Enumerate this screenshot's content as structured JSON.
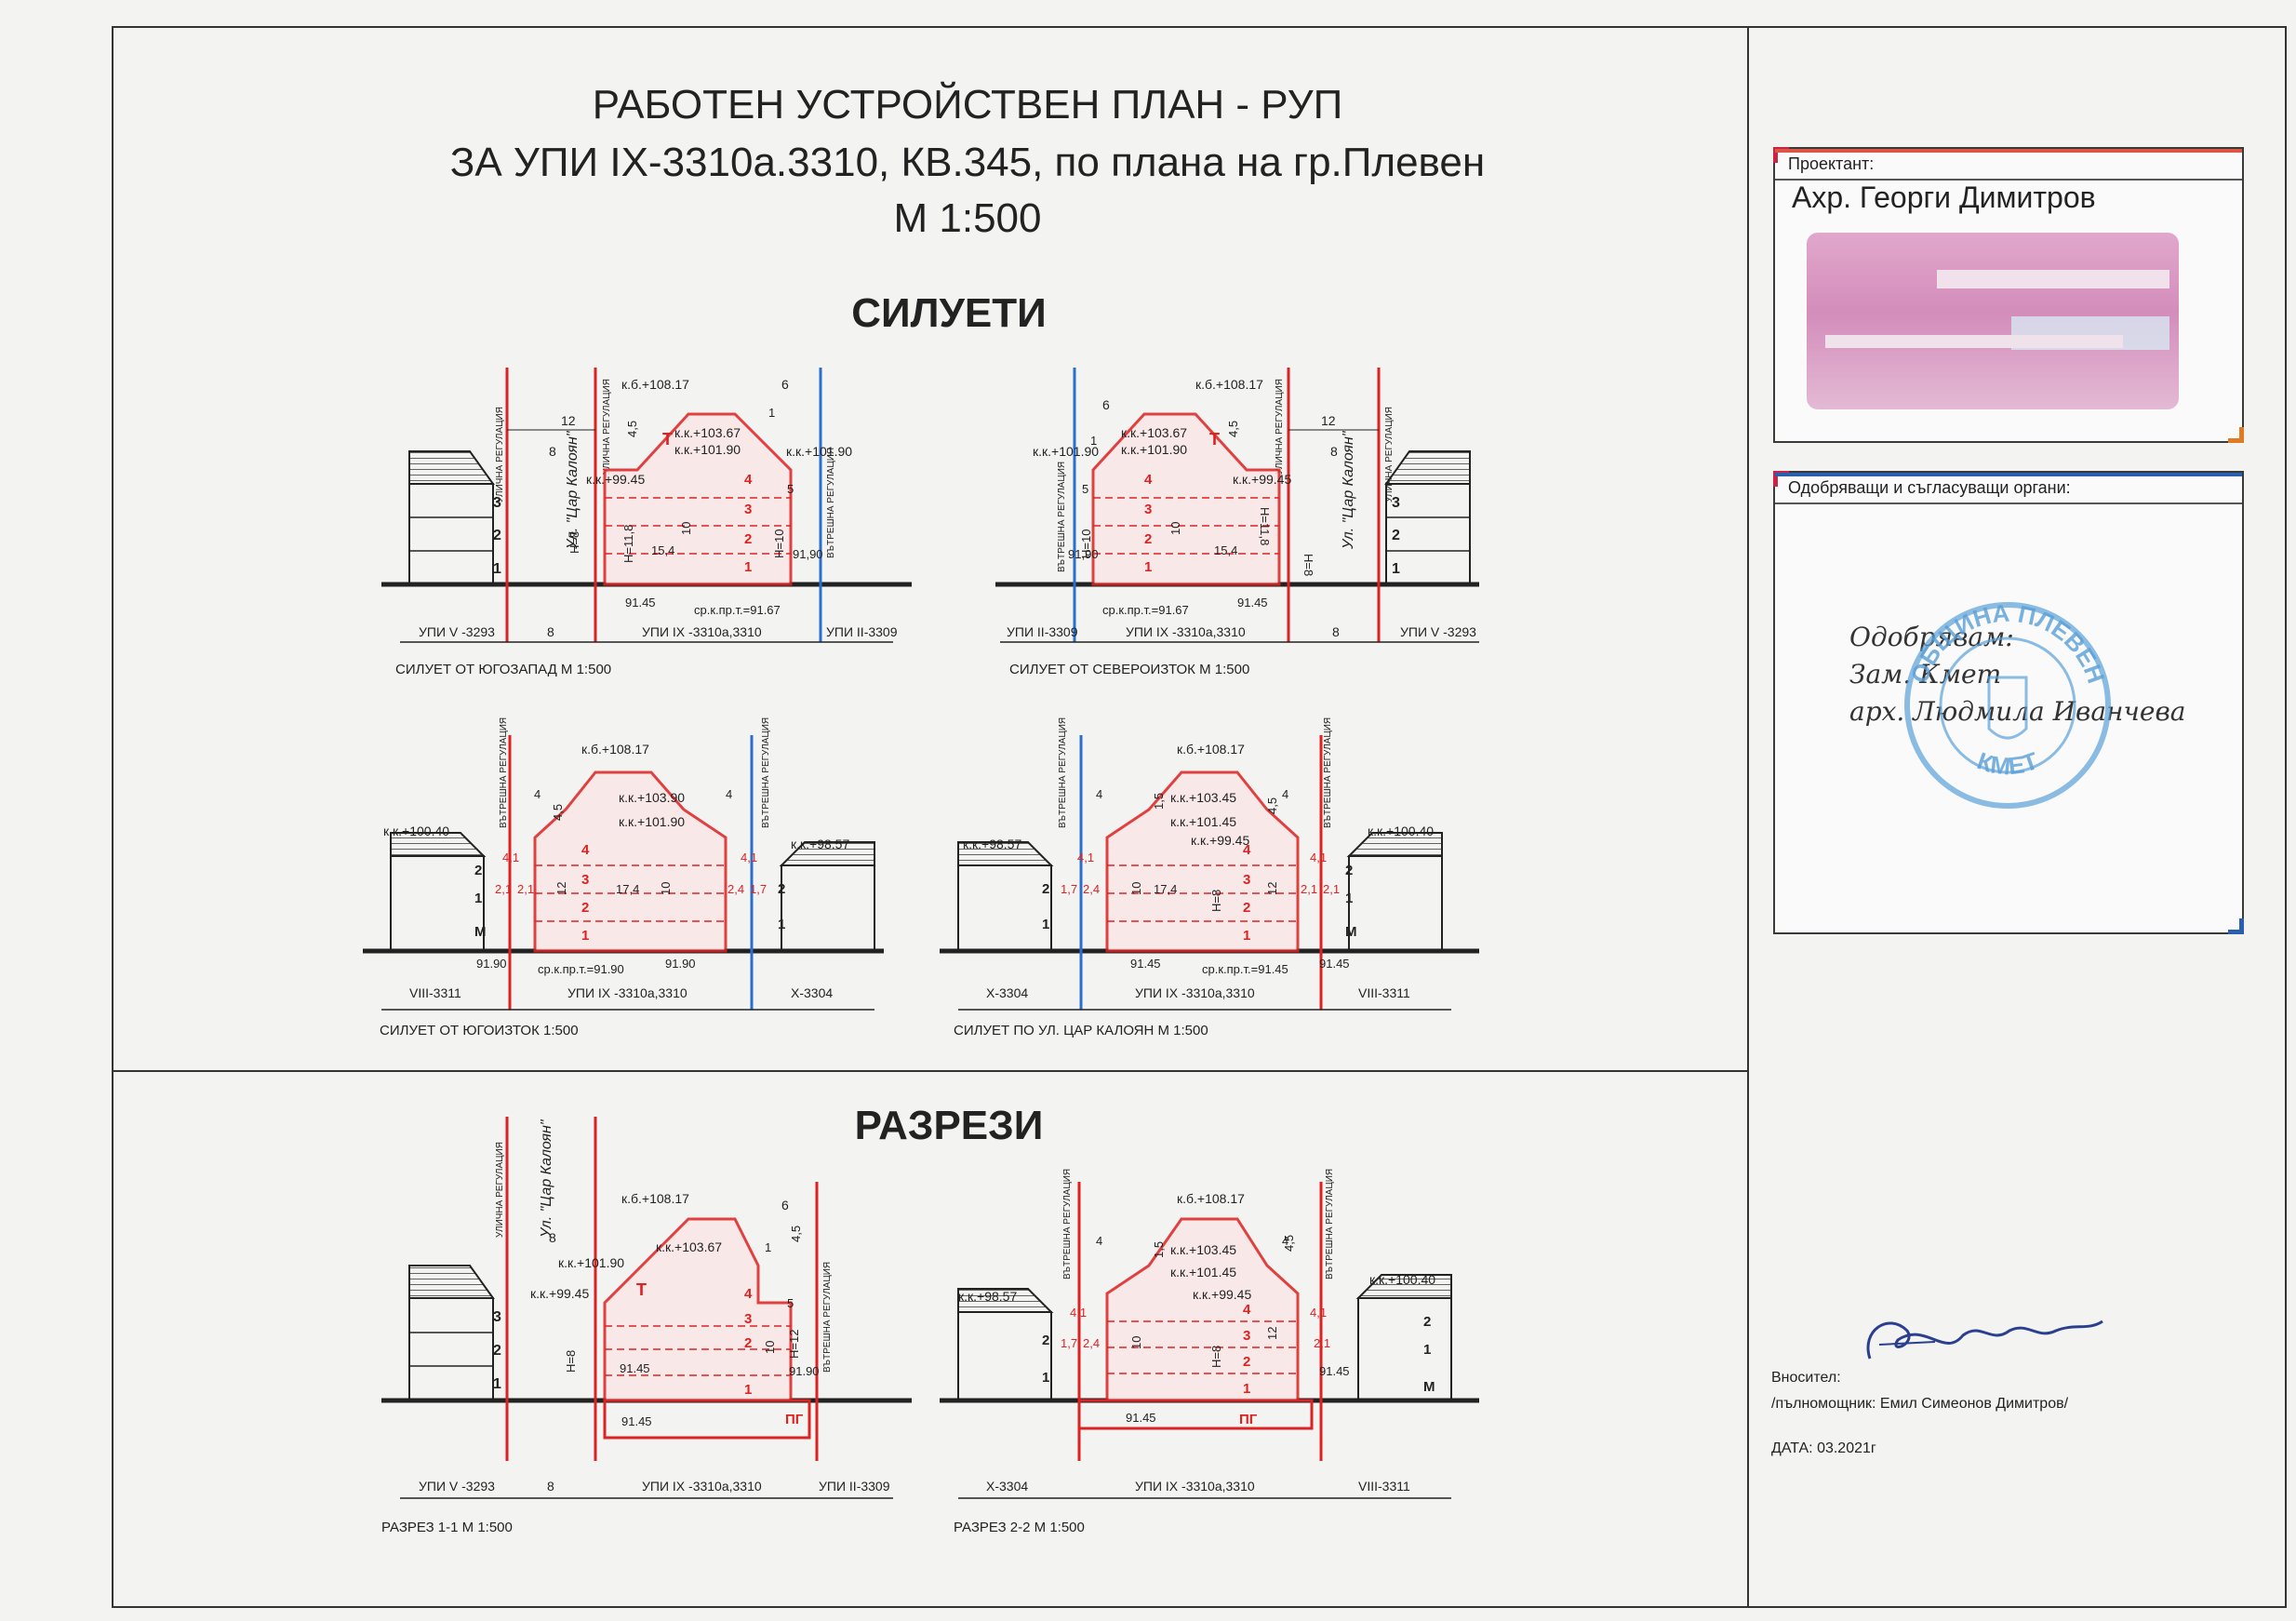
{
  "title": {
    "line1": "РАБОТЕН УСТРОЙСТВЕН ПЛАН - РУП",
    "line2": "ЗА  УПИ IX-3310а.3310, КВ.345, по плана на гр.Плевен",
    "line3": "М 1:500"
  },
  "sections": {
    "silhouettes": "СИЛУЕТИ",
    "sections_title": "РАЗРЕЗИ"
  },
  "designer": {
    "label": "Проектант:",
    "name": "Ахр. Георги Димитров"
  },
  "approvals": {
    "label": "Одобряващи и съгласуващи органи:",
    "handwritten": [
      "Одобрявам:",
      "Зам. Кмет",
      "арх. Людмила Иванчева"
    ],
    "stamp_top": "ОБЩИНА ПЛЕВЕН",
    "stamp_bottom": "КМЕТ"
  },
  "owner": {
    "label": "Вносител:",
    "proxy": "/пълномощник: Емил Симеонов Димитров/",
    "date": "ДАТА: 03.2021г"
  },
  "colors": {
    "red": "#d22",
    "blue": "#2a6fd0",
    "line": "#222"
  },
  "drawings": {
    "sw": {
      "caption": "СИЛУЕТ ОТ ЮГОЗАПАД М 1:500",
      "street": "Ул. \"Цар Калоян\"",
      "reg_street": "УЛИЧНА РЕГУЛАЦИЯ",
      "reg_inner": "ВЪТРЕШНА РЕГУЛАЦИЯ",
      "levels": {
        "kb": "к.б.+108.17",
        "kk1": "к.к.+103.67",
        "kk2": "к.к.+101.90",
        "kk3": "к.к.+99.45",
        "kk_right": "к.к.+101.90"
      },
      "dims": {
        "d12": "12",
        "d8": "8",
        "d6": "6",
        "d1": "1",
        "d45": "4,5",
        "d5": "5",
        "h8": "Н=8",
        "h118": "Н=11,8",
        "h10": "Н=10",
        "d10": "10",
        "d154": "15,4",
        "v9190": "91,90",
        "v9145": "91.45",
        "avg": "ср.к.пр.т.=91.67"
      },
      "plots": {
        "left": "УПИ V -3293",
        "mid": "8",
        "main": "УПИ IX -3310а,3310",
        "right": "УПИ II-3309"
      },
      "floors": [
        "3",
        "2",
        "1"
      ],
      "bfloors": [
        "4",
        "3",
        "2",
        "1"
      ],
      "tag_t": "Т"
    },
    "ne": {
      "caption": "СИЛУЕТ ОТ СЕВЕРОИЗТОК М 1:500",
      "street": "Ул. \"Цар Калоян\"",
      "reg_street": "УЛИЧНА РЕГУЛАЦИЯ",
      "reg_inner": "ВЪТРЕШНА РЕГУЛАЦИЯ",
      "levels": {
        "kb": "к.б.+108.17",
        "kk1": "к.к.+103.67",
        "kk2": "к.к.+101.90",
        "kk3": "к.к.+99.45",
        "kk_left": "к.к.+101.90"
      },
      "dims": {
        "d12": "12",
        "d8": "8",
        "d6": "6",
        "d1": "1",
        "d45": "4,5",
        "d5": "5",
        "h8": "Н=8",
        "h118": "Н=11,8",
        "h10": "Н=10",
        "d10": "10",
        "d154": "15,4",
        "v9190": "91,90",
        "v9145": "91.45",
        "avg": "ср.к.пр.т.=91.67"
      },
      "plots": {
        "left": "УПИ II-3309",
        "main": "УПИ IX -3310а,3310",
        "mid": "8",
        "right": "УПИ V -3293"
      },
      "floors": [
        "3",
        "2",
        "1"
      ],
      "bfloors": [
        "4",
        "3",
        "2",
        "1"
      ],
      "tag_t": "Т"
    },
    "se": {
      "caption": "СИЛУЕТ ОТ ЮГОИЗТОК 1:500",
      "reg_street": "ВЪТРЕШНА РЕГУЛАЦИЯ",
      "reg_inner": "ВЪТРЕШНА РЕГУЛАЦИЯ",
      "levels": {
        "kb": "к.б.+108.17",
        "kk1": "к.к.+103.90",
        "kk2": "к.к.+101.90",
        "left": "к.к.+100.40",
        "right": "к.к.+98.57"
      },
      "dims": {
        "d4a": "4",
        "d4b": "4",
        "d45": "4,5",
        "d12": "12",
        "d10": "10",
        "d174": "17,4",
        "d21": "2,1",
        "d21b": "2,1",
        "d24": "2,4",
        "d17": "1,7",
        "d41": "4,1",
        "d41b": "4,1",
        "v9190": "91.90",
        "v9190b": "91.90",
        "avg": "ср.к.пр.т.=91.90"
      },
      "plots": {
        "left": "VIII-3311",
        "main": "УПИ IX -3310а,3310",
        "right": "Х-3304"
      },
      "floors_left": [
        "2",
        "1",
        "М"
      ],
      "floors_right": [
        "2",
        "1"
      ],
      "bfloors": [
        "4",
        "3",
        "2",
        "1"
      ]
    },
    "street": {
      "caption": "СИЛУЕТ  ПО УЛ. ЦАР КАЛОЯН М 1:500",
      "reg_street": "ВЪТРЕШНА РЕГУЛАЦИЯ",
      "reg_inner": "ВЪТРЕШНА РЕГУЛАЦИЯ",
      "levels": {
        "kb": "к.б.+108.17",
        "kk1": "к.к.+103.45",
        "kk2": "к.к.+101.45",
        "kk3": "к.к.+99.45",
        "left": "к.к.+98.57",
        "right": "к.к.+100.40"
      },
      "dims": {
        "d4a": "4",
        "d4b": "4",
        "d45": "4,5",
        "d15": "1,5",
        "d12": "12",
        "d10": "10",
        "d174": "17,4",
        "h8": "Н=8",
        "d17": "1,7",
        "d24": "2,4",
        "d21": "2,1",
        "d21b": "2,1",
        "d41": "4,1",
        "d41b": "4,1",
        "v9145": "91.45",
        "v9145b": "91.45",
        "avg": "ср.к.пр.т.=91.45"
      },
      "plots": {
        "left": "Х-3304",
        "main": "УПИ IX -3310а,3310",
        "right": "VIII-3311"
      },
      "floors_left": [
        "2",
        "1"
      ],
      "floors_right": [
        "2",
        "1",
        "М"
      ],
      "bfloors": [
        "4",
        "3",
        "2",
        "1"
      ]
    },
    "s11": {
      "caption": "РАЗРЕЗ 1-1 М 1:500",
      "street": "Ул. \"Цар Калоян\"",
      "reg_street": "УЛИЧНА РЕГУЛАЦИЯ",
      "reg_inner": "ВЪТРЕШНА РЕГУЛАЦИЯ",
      "levels": {
        "kb": "к.б.+108.17",
        "kk1": "к.к.+103.67",
        "kk2": "к.к.+101.90",
        "kk3": "к.к.+99.45"
      },
      "dims": {
        "d8": "8",
        "d6": "6",
        "d1": "1",
        "d45": "4,5",
        "d5": "5",
        "h8": "Н=8",
        "d10": "10",
        "h12": "Н=12",
        "v9145": "91.45",
        "v9145b": "91.45",
        "v9190": "91.90"
      },
      "plots": {
        "left": "УПИ V -3293",
        "mid": "8",
        "main": "УПИ IX -3310а,3310",
        "right": "УПИ II-3309"
      },
      "floors": [
        "3",
        "2",
        "1"
      ],
      "bfloors": [
        "4",
        "3",
        "2",
        "1"
      ],
      "pg": "ПГ",
      "tag_t": "Т"
    },
    "s22": {
      "caption": "РАЗРЕЗ 2-2 М 1:500",
      "reg_street": "ВЪТРЕШНА РЕГУЛАЦИЯ",
      "reg_inner": "ВЪТРЕШНА РЕГУЛАЦИЯ",
      "levels": {
        "kb": "к.б.+108.17",
        "kk1": "к.к.+103.45",
        "kk2": "к.к.+101.45",
        "kk3": "к.к.+99.45",
        "left": "к.к.+98.57",
        "right": "к.к.+100.40"
      },
      "dims": {
        "d4a": "4",
        "d4b": "4",
        "d45": "4,5",
        "d15": "1,5",
        "d12": "12",
        "d10": "10",
        "h8": "Н=8",
        "d17": "1,7",
        "d24": "2,4",
        "d21": "2,1",
        "d41": "4,1",
        "d41b": "4,1",
        "v9145": "91.45",
        "v9145b": "91.45"
      },
      "plots": {
        "left": "Х-3304",
        "main": "УПИ IX -3310а,3310",
        "right": "VIII-3311"
      },
      "floors_left": [
        "2",
        "1"
      ],
      "floors_right": [
        "2",
        "1",
        "М"
      ],
      "bfloors": [
        "4",
        "3",
        "2",
        "1"
      ],
      "pg": "ПГ"
    }
  }
}
